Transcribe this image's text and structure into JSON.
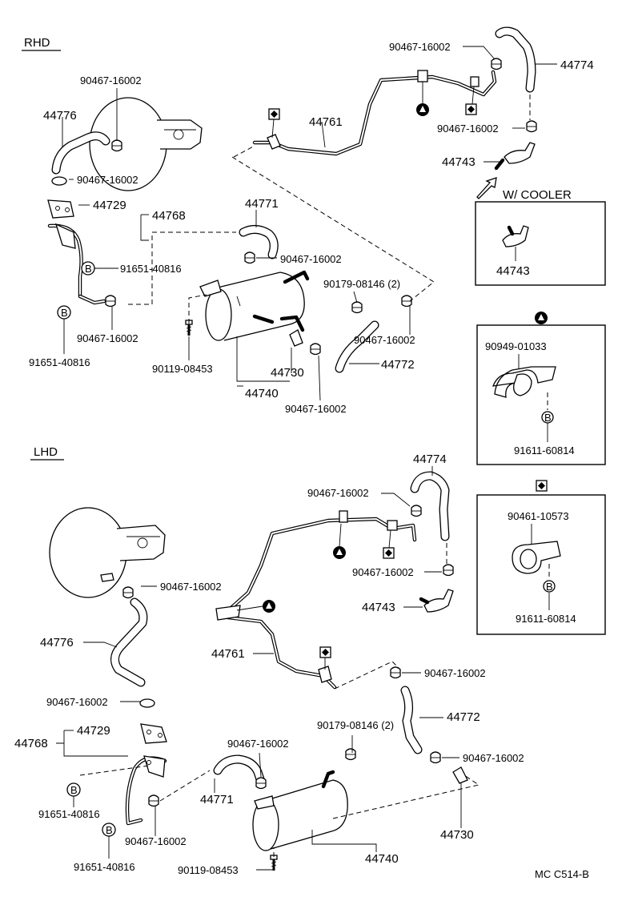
{
  "sections": {
    "rhd": "RHD",
    "lhd": "LHD"
  },
  "footer_code": "MC C514-B",
  "legend": {
    "cooler_title": "W/ COOLER",
    "cooler_part": "44743",
    "triangle_parts": [
      "90949-01033",
      "91611-60814"
    ],
    "diamond_parts": [
      "90461-10573",
      "91611-60814"
    ],
    "circle_b": "B"
  },
  "rhd_labels": [
    "90467-16002",
    "44774",
    "90467-16002",
    "44743",
    "44761",
    "90467-16002",
    "44776",
    "90467-16002",
    "44729",
    "44768",
    "44771",
    "90467-16002",
    "91651-40816",
    "90179-08146 (2)",
    "90467-16002",
    "91651-40816",
    "90467-16002",
    "90119-08453",
    "44730",
    "44772",
    "44740",
    "90467-16002"
  ],
  "lhd_labels": [
    "44774",
    "90467-16002",
    "90467-16002",
    "90467-16002",
    "44743",
    "44776",
    "44761",
    "90467-16002",
    "90467-16002",
    "44729",
    "44768",
    "90467-16002",
    "90179-08146 (2)",
    "44772",
    "44771",
    "90467-16002",
    "91651-40816",
    "90467-16002",
    "91651-40816",
    "44730",
    "44740",
    "90119-08453"
  ]
}
